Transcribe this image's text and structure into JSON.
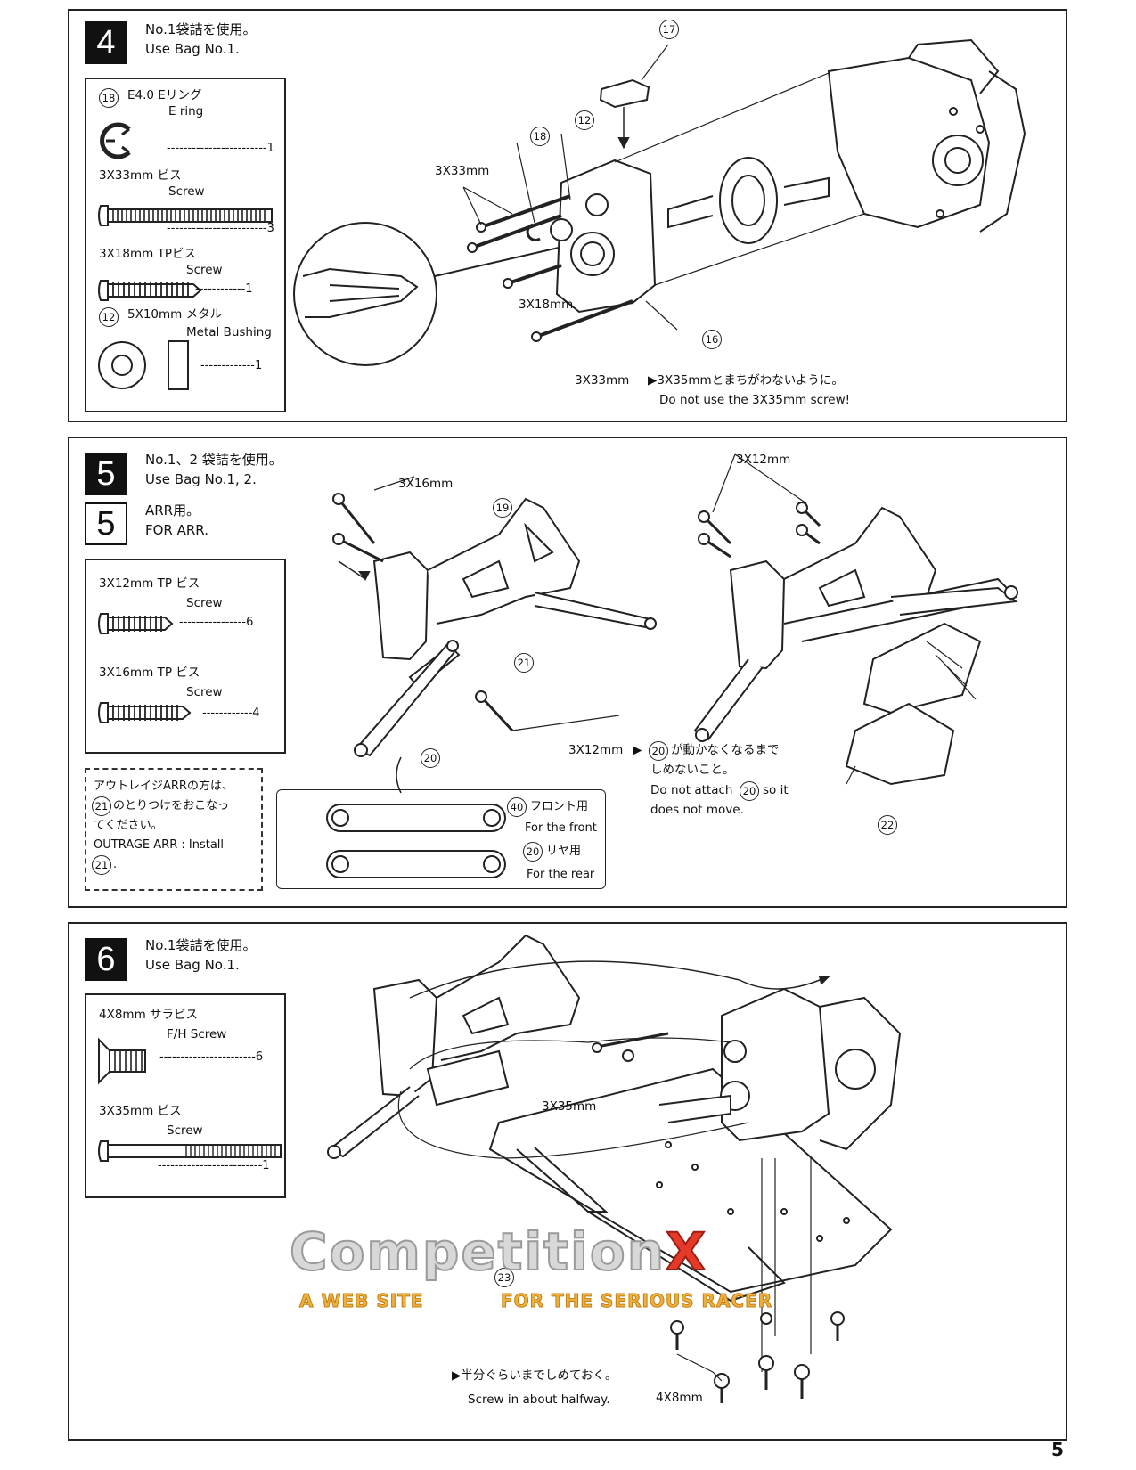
{
  "step4": {
    "number": "4",
    "bag_jp": "No.1袋詰を使用。",
    "bag_en": "Use Bag No.1.",
    "parts": {
      "e_ring_num": "18",
      "e_ring_jp": "E4.0 Eリング",
      "e_ring_en": "E ring",
      "e_ring_qty": "1",
      "screw33_jp": "3X33mm ビス",
      "screw33_en": "Screw",
      "screw33_qty": "3",
      "tp18_jp": "3X18mm TPビス",
      "tp18_en": "Screw",
      "tp18_qty": "1",
      "bushing_num": "12",
      "bushing_jp": "5X10mm メタル",
      "bushing_en": "Metal Bushing",
      "bushing_qty": "1"
    },
    "callouts": {
      "c17": "17",
      "c18": "18",
      "c12": "12",
      "c16": "16"
    },
    "labels": {
      "l33a": "3X33mm",
      "l18": "3X18mm",
      "l33b": "3X33mm"
    },
    "note_jp": "▶3X35mmとまちがわないように。",
    "note_en": "Do not use the 3X35mm screw!"
  },
  "step5": {
    "number": "5",
    "bag_jp": "No.1、2 袋詰を使用。",
    "bag_en": "Use Bag No.1, 2.",
    "number_arr": "5",
    "arr_jp": "ARR用。",
    "arr_en": "FOR ARR.",
    "parts": {
      "tp12_jp": "3X12mm TP ビス",
      "tp12_en": "Screw",
      "tp12_qty": "6",
      "tp16_jp": "3X16mm TP ビス",
      "tp16_en": "Screw",
      "tp16_qty": "4"
    },
    "arr_note": {
      "line1": "アウトレイジARRの方は、",
      "line2_num": "21",
      "line2": "のとりつけをおこなっ",
      "line3": "てください。",
      "line4": "OUTRAGE ARR : Install",
      "line5_num": "21",
      "line5": "."
    },
    "links": {
      "front_num": "40",
      "front_jp": "フロント用",
      "front_en": "For the front",
      "rear_num": "20",
      "rear_jp": "リヤ用",
      "rear_en": "For the rear"
    },
    "callouts": {
      "c19": "19",
      "c21": "21",
      "c20": "20",
      "c22": "22"
    },
    "labels": {
      "l16": "3X16mm",
      "l12a": "3X12mm",
      "l12b": "3X12mm"
    },
    "note_num": "20",
    "note_jp1": "が動かなくなるまで",
    "note_jp2": "しめないこと。",
    "note_en1a": "Do not attach",
    "note_en1b": "so it",
    "note_en2": "does not move."
  },
  "step6": {
    "number": "6",
    "bag_jp": "No.1袋詰を使用。",
    "bag_en": "Use Bag No.1.",
    "parts": {
      "fh_jp": "4X8mm サラビス",
      "fh_en": "F/H Screw",
      "fh_qty": "6",
      "s35_jp": "3X35mm ビス",
      "s35_en": "Screw",
      "s35_qty": "1"
    },
    "callouts": {
      "c23": "23"
    },
    "labels": {
      "l35": "3X35mm",
      "l48": "4X8mm"
    },
    "note_jp": "▶半分ぐらいまでしめておく。",
    "note_en": "Screw in about halfway."
  },
  "watermark": {
    "logo": "Competition",
    "logo_x": "X",
    "tag_left": "A WEB SITE",
    "tag_right": "FOR THE SERIOUS RACER"
  },
  "page_number": "5"
}
